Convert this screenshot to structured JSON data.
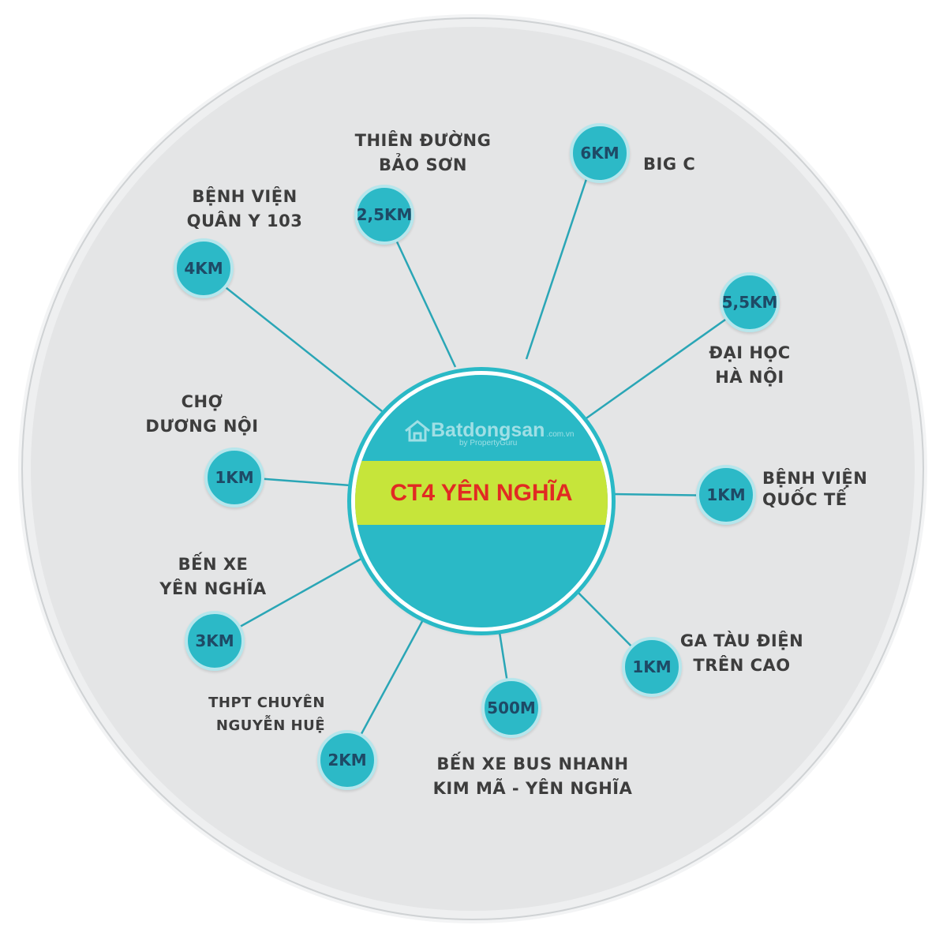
{
  "hub": {
    "title": "CT4 YÊN NGHĨA",
    "watermark": {
      "name": "Batdongsan",
      "domain": ".com.vn",
      "sub": "by PropertyGuru"
    }
  },
  "nodes": [
    {
      "id": "thien-duong-bao-son",
      "distance": "2,5KM",
      "label": [
        "THIÊN ĐƯỜNG",
        "BẢO SƠN"
      ]
    },
    {
      "id": "big-c",
      "distance": "6KM",
      "label": [
        "BIG C"
      ]
    },
    {
      "id": "benh-vien-quan-y-103",
      "distance": "4KM",
      "label": [
        "BỆNH VIỆN",
        "QUÂN Y 103"
      ]
    },
    {
      "id": "dai-hoc-ha-noi",
      "distance": "5,5KM",
      "label": [
        "ĐẠI HỌC",
        "HÀ NỘI"
      ]
    },
    {
      "id": "cho-duong-noi",
      "distance": "1KM",
      "label": [
        "CHỢ",
        "DƯƠNG NỘI"
      ]
    },
    {
      "id": "benh-vien-quoc-te",
      "distance": "1KM",
      "label": [
        "BỆNH VIỆN",
        "QUỐC TẾ"
      ]
    },
    {
      "id": "ben-xe-yen-nghia",
      "distance": "3KM",
      "label": [
        "BẾN XE",
        "YÊN NGHĨA"
      ]
    },
    {
      "id": "ga-tau-dien-tren-cao",
      "distance": "1KM",
      "label": [
        "GA TÀU ĐIỆN",
        "TRÊN CAO"
      ]
    },
    {
      "id": "thpt-chuyen-nguyen-hue",
      "distance": "2KM",
      "label": [
        "THPT CHUYÊN",
        "NGUYỄN HUỆ"
      ]
    },
    {
      "id": "ben-xe-bus-nhanh",
      "distance": "500M",
      "label": [
        "BẾN XE BUS NHANH",
        "KIM MÃ - YÊN NGHĨA"
      ]
    }
  ],
  "colors": {
    "node_fill": "#2cb9c7",
    "node_text": "#1e4a66",
    "hub_band": "#c6e53a",
    "hub_title": "#e12a23",
    "connector": "#2aa6b6",
    "background": "#e4e5e6"
  }
}
